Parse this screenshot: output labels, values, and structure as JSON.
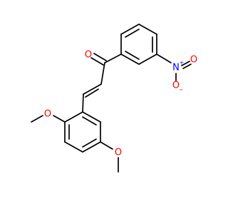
{
  "structure": {
    "atoms": [
      {
        "id": "O1",
        "symbol": "O",
        "color": "#ff0000"
      },
      {
        "id": "N1",
        "symbol": "N",
        "color": "#0000ff",
        "charge": "+"
      },
      {
        "id": "O2",
        "symbol": "O",
        "color": "#ff0000",
        "charge": "−"
      },
      {
        "id": "O3",
        "symbol": "O",
        "color": "#ff0000"
      },
      {
        "id": "O4",
        "symbol": "O",
        "color": "#ff0000"
      },
      {
        "id": "O5",
        "symbol": "O",
        "color": "#ff0000"
      }
    ],
    "bond_color": "#000000"
  }
}
